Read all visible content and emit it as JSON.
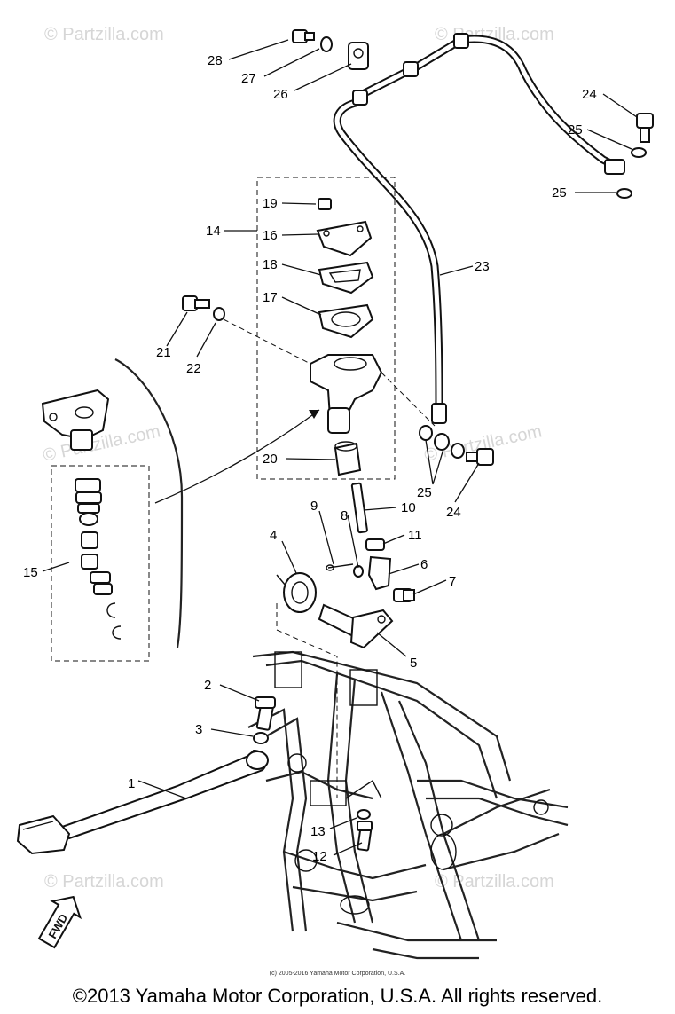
{
  "watermarks": [
    "© Partzilla.com",
    "© Partzilla.com",
    "© Partzilla.com",
    "© Partzilla.com",
    "© Partzilla.com",
    "© Partzilla.com"
  ],
  "callouts": [
    "1",
    "2",
    "3",
    "4",
    "5",
    "6",
    "7",
    "8",
    "9",
    "10",
    "11",
    "12",
    "13",
    "14",
    "15",
    "16",
    "17",
    "18",
    "19",
    "20",
    "21",
    "22",
    "23",
    "24",
    "24",
    "25",
    "25",
    "25",
    "26",
    "27",
    "28"
  ],
  "fwd_label": "FWD",
  "small_copyright": "(c) 2005-2016 Yamaha Motor Corporation, U.S.A.",
  "main_copyright": "©2013 Yamaha Motor Corporation, U.S.A. All rights reserved."
}
